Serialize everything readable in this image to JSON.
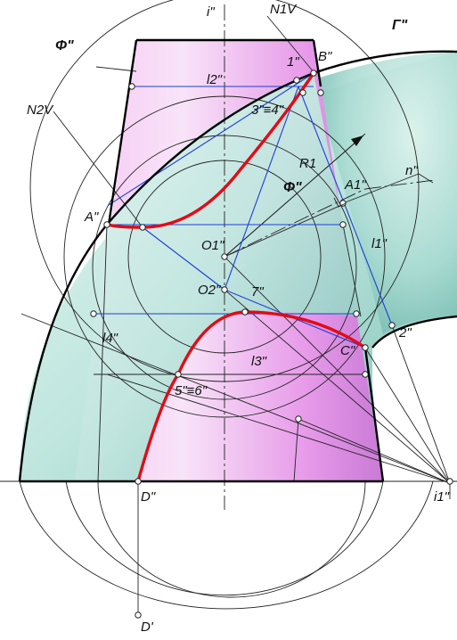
{
  "labels": {
    "i_axis": "i\"",
    "n1v": "N1V",
    "phi_top": "Φ\"",
    "gamma": "Γ\"",
    "b": "B\"",
    "p1": "1\"",
    "l2": "l2\"",
    "p34": "3\"≡4\"",
    "n2v": "N2V",
    "r1": "R1",
    "phi_mid": "Φ\"",
    "a1": "A1\"",
    "n_axis": "n\"",
    "a": "A\"",
    "l1": "l1\"",
    "o1": "O1\"",
    "o2": "O2\"",
    "p7": "7\"",
    "l4": "l4\"",
    "p2": "2\"",
    "c": "C\"",
    "l3": "l3\"",
    "p56": "5\"≡6\"",
    "d": "D\"",
    "i1": "i1\"",
    "d_prime": "D'"
  },
  "colors": {
    "cone_fill": "#e98ee9",
    "torus_fill": "#b5e3da",
    "intersection_line": "#e10b17",
    "construction_blue": "#1d3fd6"
  }
}
